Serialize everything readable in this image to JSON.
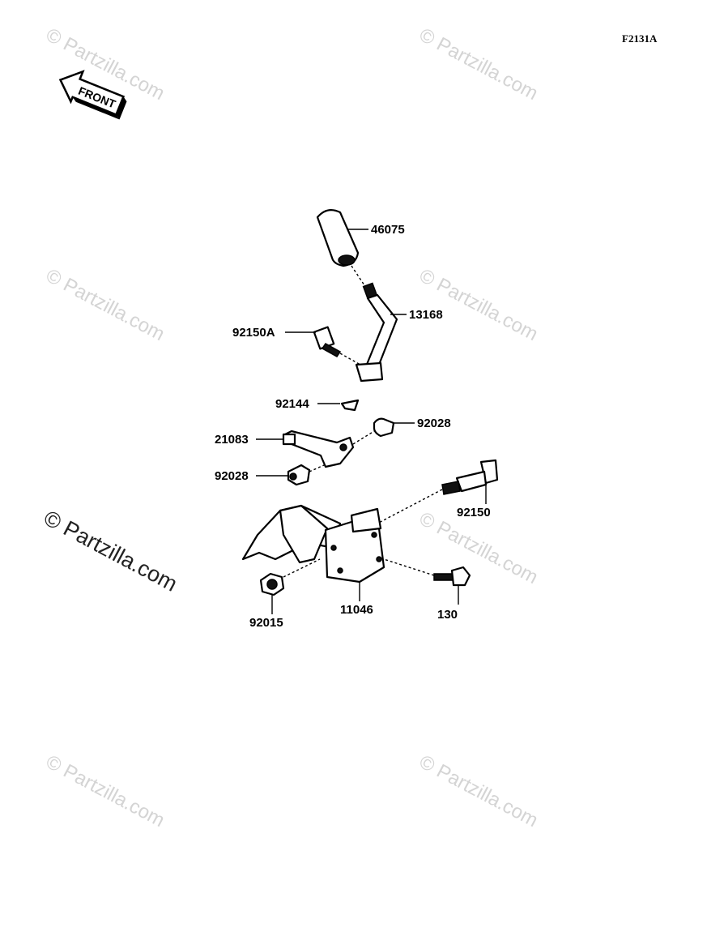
{
  "diagram": {
    "figure_code": "F2131A",
    "front_label": "FRONT",
    "parts": [
      {
        "number": "46075"
      },
      {
        "number": "13168"
      },
      {
        "number": "92150A"
      },
      {
        "number": "92144"
      },
      {
        "number": "92028"
      },
      {
        "number": "21083"
      },
      {
        "number": "92028"
      },
      {
        "number": "92150"
      },
      {
        "number": "11046"
      },
      {
        "number": "92015"
      },
      {
        "number": "130"
      }
    ]
  },
  "watermark": {
    "text": "© Partzilla.com",
    "prominent_text": "© Partzilla.com"
  }
}
